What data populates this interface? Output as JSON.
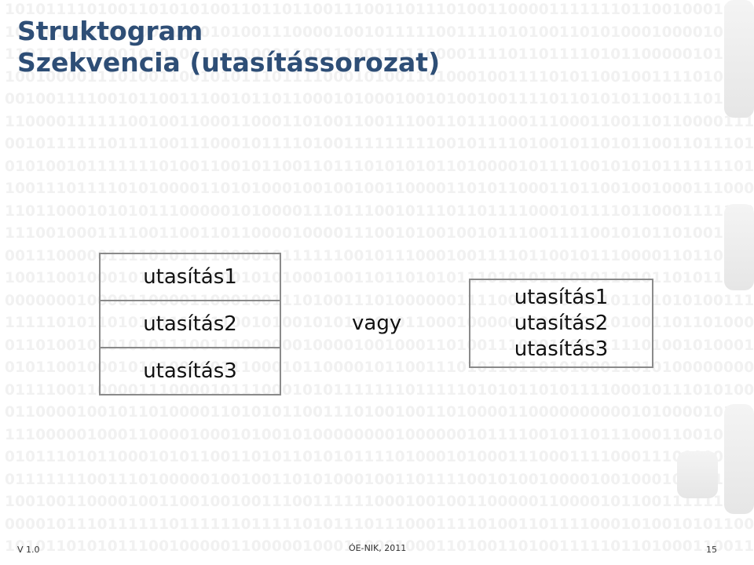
{
  "slide": {
    "title_line1": "Struktogram",
    "title_line2": "Szekvencia (utasítássorozat)",
    "struktogram_rows": [
      "utasítás1",
      "utasítás2",
      "utasítás3"
    ],
    "connector_word": "vagy",
    "sequence_lines": [
      "utasítás1",
      "utasítás2",
      "utasítás3"
    ]
  },
  "footer": {
    "version": "V 1.0",
    "center": "ÓE-NIK, 2011",
    "page_number": "15"
  },
  "background": {
    "binary_rows": [
      "10101111010011010101001101101100111001101110100110000111111101100100010010",
      "10100111110010011100101001110000100101111100111101010011010100010000100000",
      "11011110110010101001000100011001110011011000011110110111101011000001010101",
      "10010000111010011001010111011110001010011010001001111010110010011110101100",
      "00100111100101100111001011011000101000100101001001111011010101100111011111",
      "11000011111100100110001100011010011001110011011100011100011001101100001111",
      "00101111110111100111000101111010011111111100101111010010110101100110111011",
      "01010010111111101001100101100110111010101011010000101111001010101111111010",
      "10011101111010100001101010001001001001100001101011000110110010010001110000",
      "11011000101010111000001010000111011100101110110111100010111101100011111001",
      "11100100011110011001101100001000011100101001001011100111100101011010011010",
      "00111000001111010111100001011111100101110001001111011001011100001101100010",
      "10011001000101010110000101010001001101101010111010101110101101011010110010",
      "00000001000011000011000100111010011101000000111100000101111011010101001110",
      "11111010110101011101110010100101011101011000100000100010011010011011010000",
      "01101001010101011100110000000100001001000110100111000100001111010010100011",
      "01011001000101010000011100010110000101100111010110110101000110101000000000",
      "01111001100001110000101110001010111111101111101010110101111000101110101000",
      "01100001001011010000110101011001110100100110100001100000000001010000101111",
      "11100000100011000010001010010100000000100000010111100101101110001100101110",
      "01011101011000101011001101011010101111010001010001110001111000111000000001",
      "01111111001110100000100100110101000100110111100101001000010010001010110110",
      "10010011000010011001001001110011111100010010011000001100001011001111111101",
      "00001011101111110111111011111010111011100011110100110111100010100101011001",
      "10101101010111001000001100000100011000100011010011010011111011010001100110"
    ]
  }
}
